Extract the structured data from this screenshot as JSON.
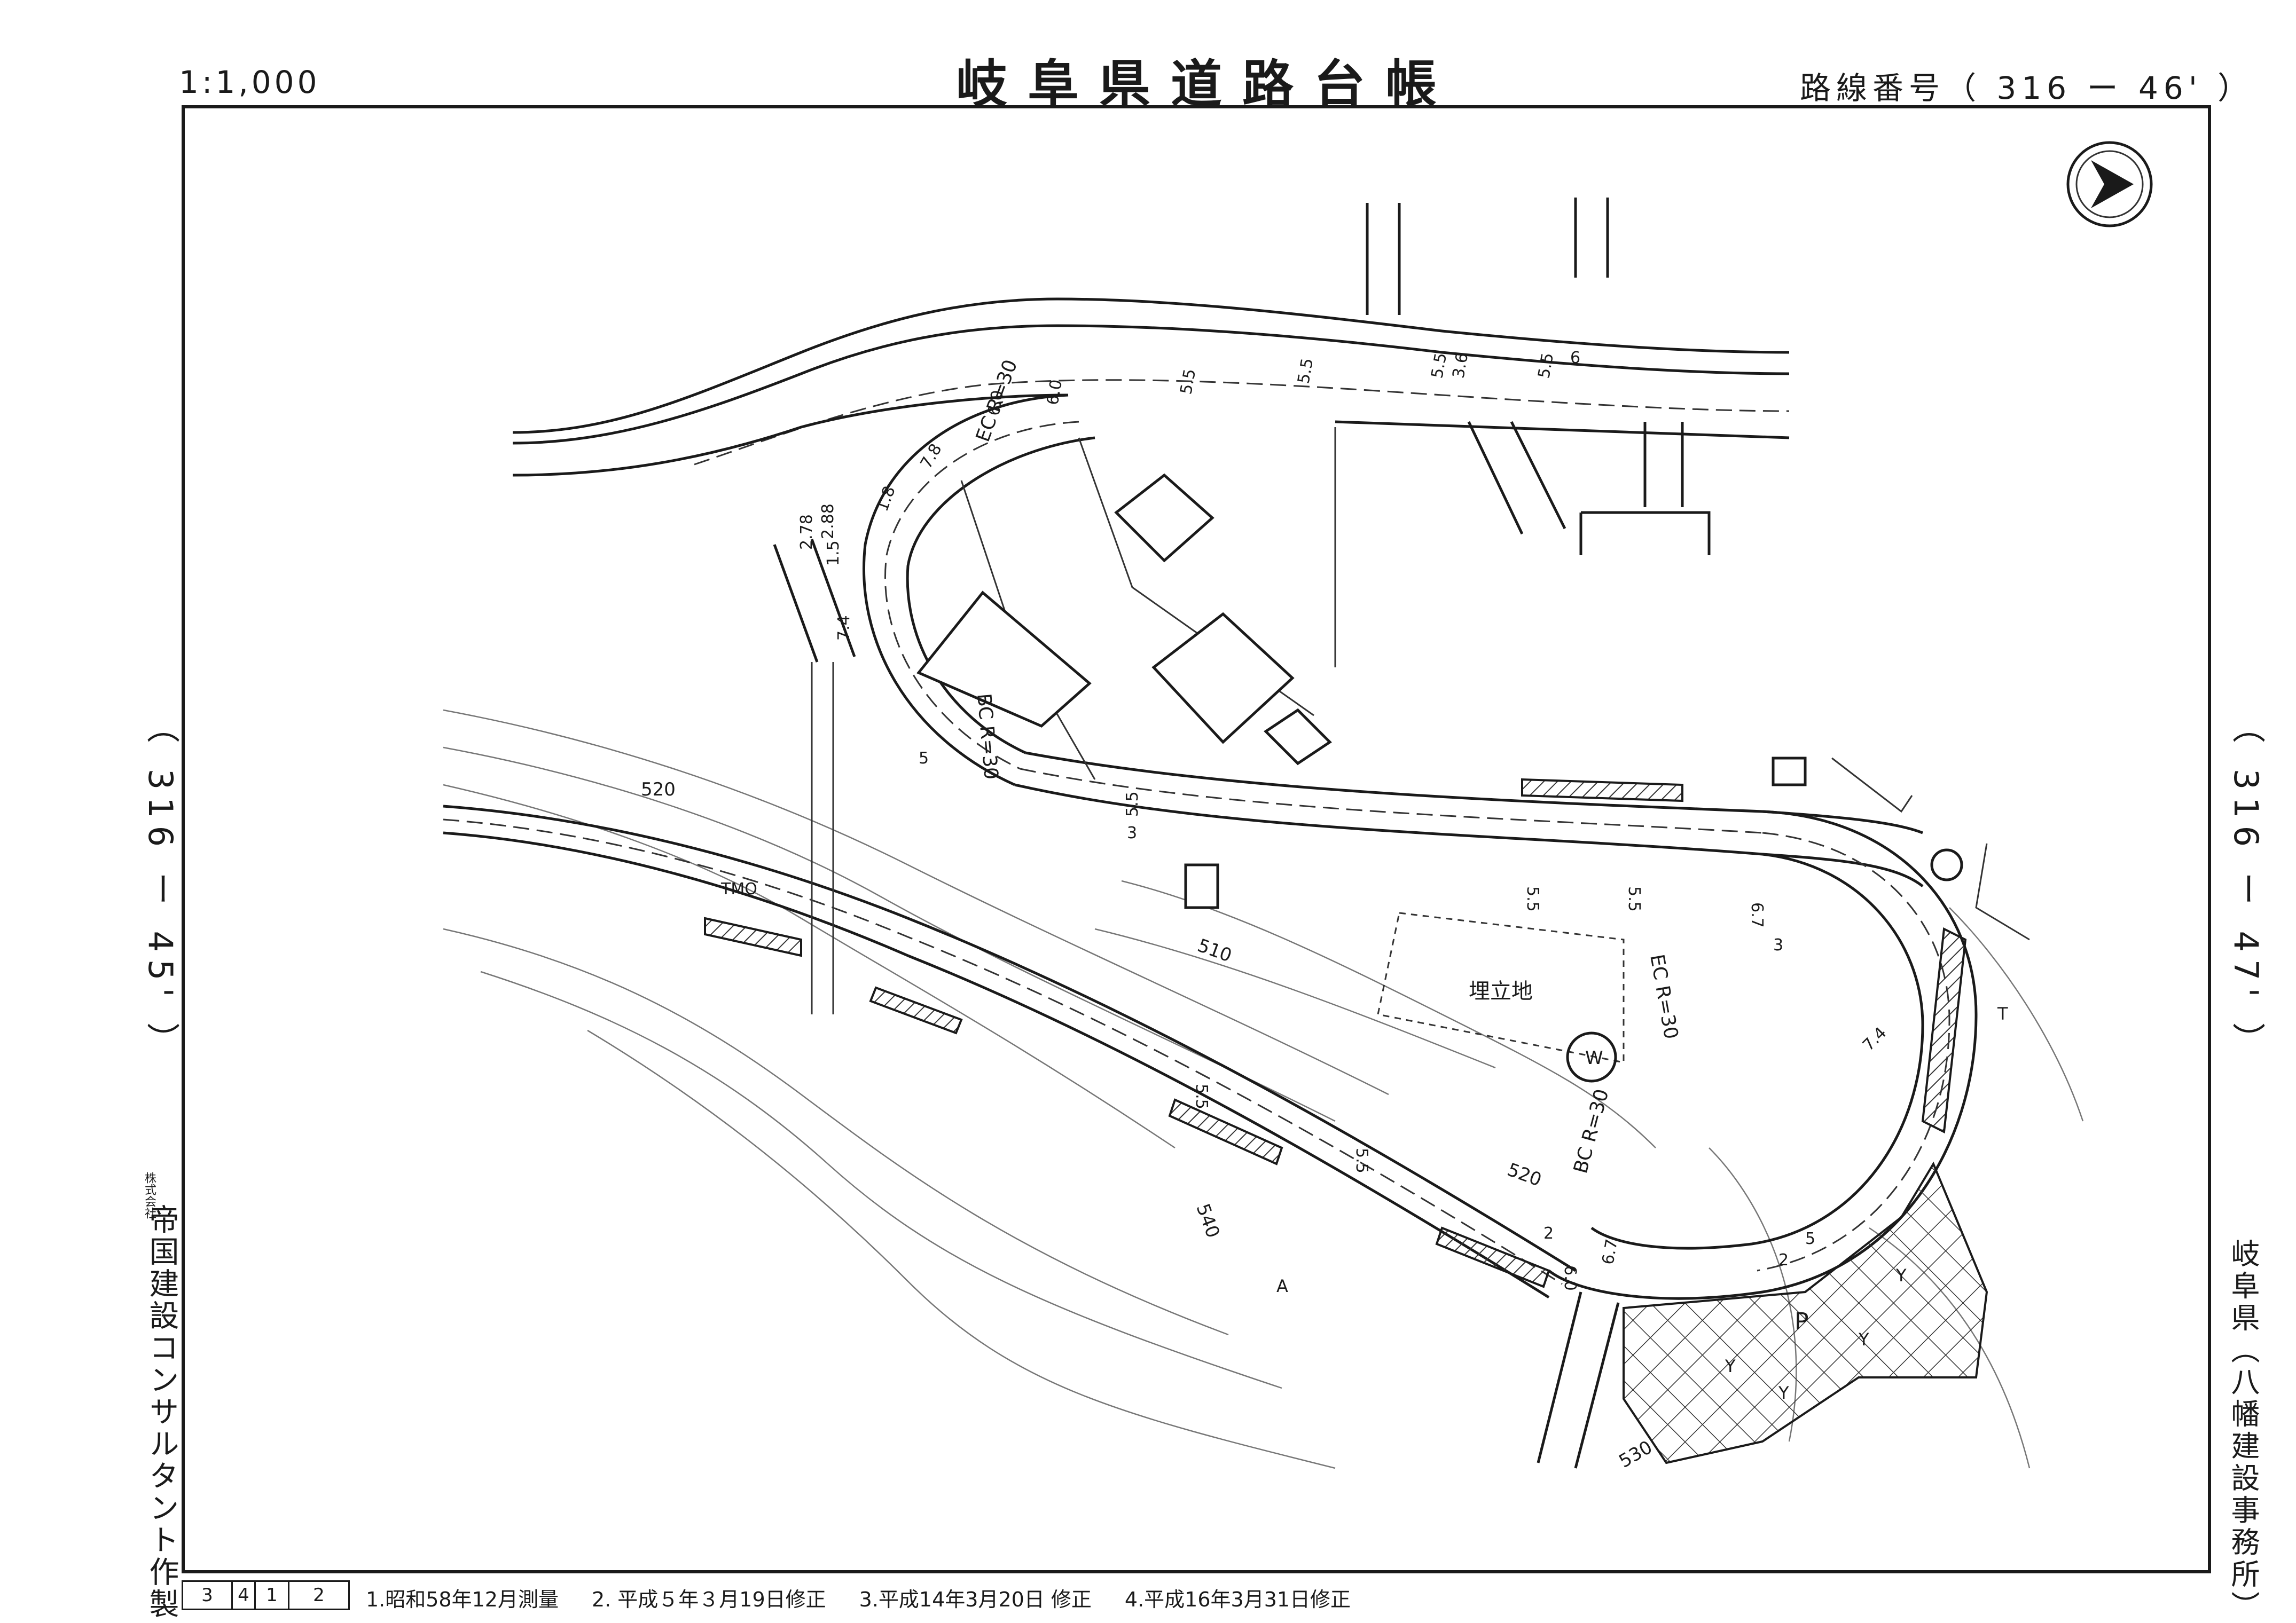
{
  "header": {
    "scale": "1:1,000",
    "title": "岐阜県道路台帳",
    "route_number": "路線番号（ 316 ー 46' ）"
  },
  "side": {
    "adjacent_left": "（ 316 ー 45' ）",
    "adjacent_right": "（ 316 ー 47' ）",
    "maker_prefix": "株式会社",
    "maker": "帝国建設コンサルタント作製",
    "office": "岐阜県（八幡建設事務所）"
  },
  "footer": {
    "sheet_cells": [
      "3",
      "4",
      "1",
      "2"
    ],
    "revisions": [
      "1.昭和58年12月測量",
      "2. 平成５年３月19日修正",
      "3.平成14年3月20日 修正",
      "4.平成16年3月31日修正"
    ]
  },
  "map": {
    "curve_labels": [
      "EC R=30",
      "BC R=30",
      "EC R=30",
      "BC R=30"
    ],
    "width_labels": [
      "6.0",
      "6.0",
      "5.5",
      "5.5",
      "5.5",
      "3.6",
      "5.5",
      "6",
      "7.8",
      "1.8",
      "2.88",
      "2.78",
      "1.5",
      "7.4",
      "5",
      "3",
      "5.5",
      "5.5",
      "5.5",
      "6.7",
      "3",
      "7.4",
      "5.5",
      "5.5",
      "2",
      "6.0",
      "6.7",
      "2",
      "5"
    ],
    "contour_labels": [
      "520",
      "510",
      "520",
      "540",
      "530"
    ],
    "area_label": "埋立地",
    "road_marker": "TMO",
    "well_symbol": "W",
    "parking_symbol": "P",
    "misc_symbols": [
      "Y",
      "Y",
      "Y",
      "Y",
      "A",
      "T"
    ],
    "north_symbol": "north-arrow"
  }
}
